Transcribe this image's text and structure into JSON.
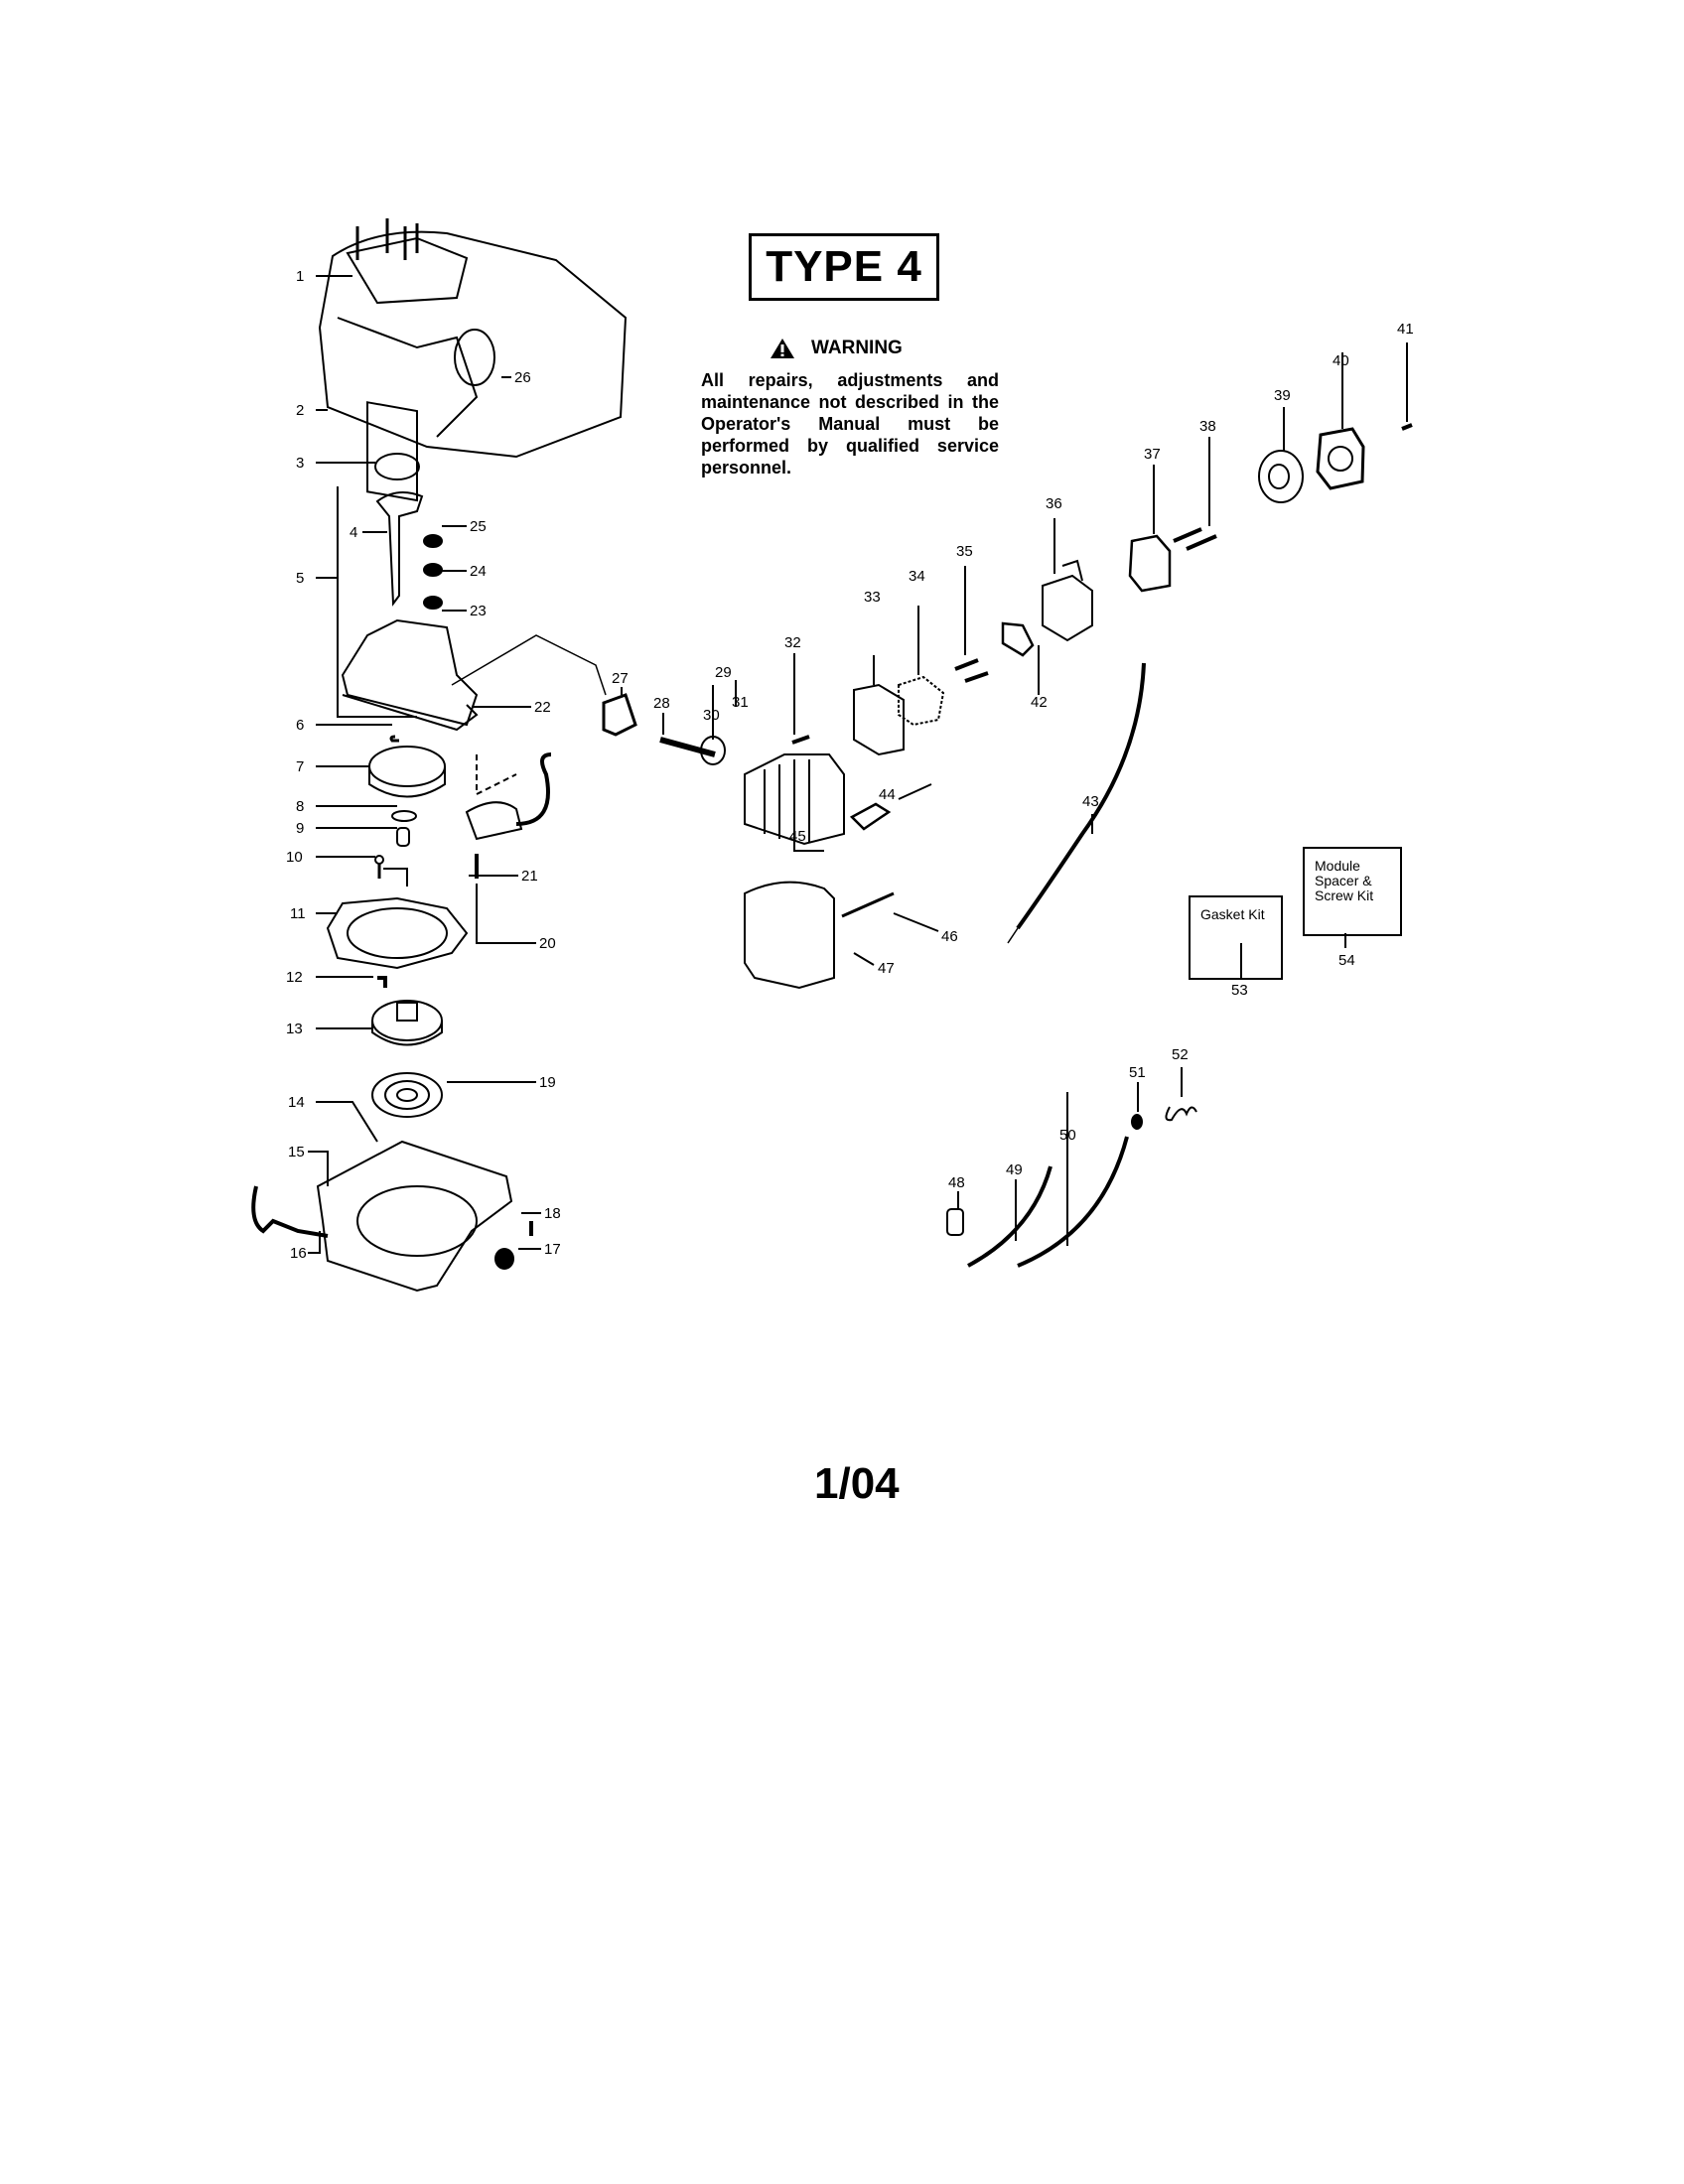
{
  "header": {
    "type_label": "TYPE 4"
  },
  "warning": {
    "icon": "warning-triangle-icon",
    "title": "WARNING",
    "body": "All repairs, adjustments and maintenance not described in the Operator's Manual must be performed by qualified service personnel."
  },
  "kits": [
    {
      "number": "53",
      "label": "Gasket Kit"
    },
    {
      "number": "54",
      "label": "Module Spacer & Screw Kit"
    }
  ],
  "callouts": [
    "1",
    "2",
    "3",
    "4",
    "5",
    "6",
    "7",
    "8",
    "9",
    "10",
    "11",
    "12",
    "13",
    "14",
    "15",
    "16",
    "17",
    "18",
    "19",
    "20",
    "21",
    "22",
    "23",
    "24",
    "25",
    "26",
    "27",
    "28",
    "29",
    "30",
    "31",
    "32",
    "33",
    "34",
    "35",
    "36",
    "37",
    "38",
    "39",
    "40",
    "41",
    "42",
    "43",
    "44",
    "45",
    "46",
    "47",
    "48",
    "49",
    "50",
    "51",
    "52",
    "53",
    "54"
  ],
  "footer": {
    "page_code": "1/04"
  }
}
